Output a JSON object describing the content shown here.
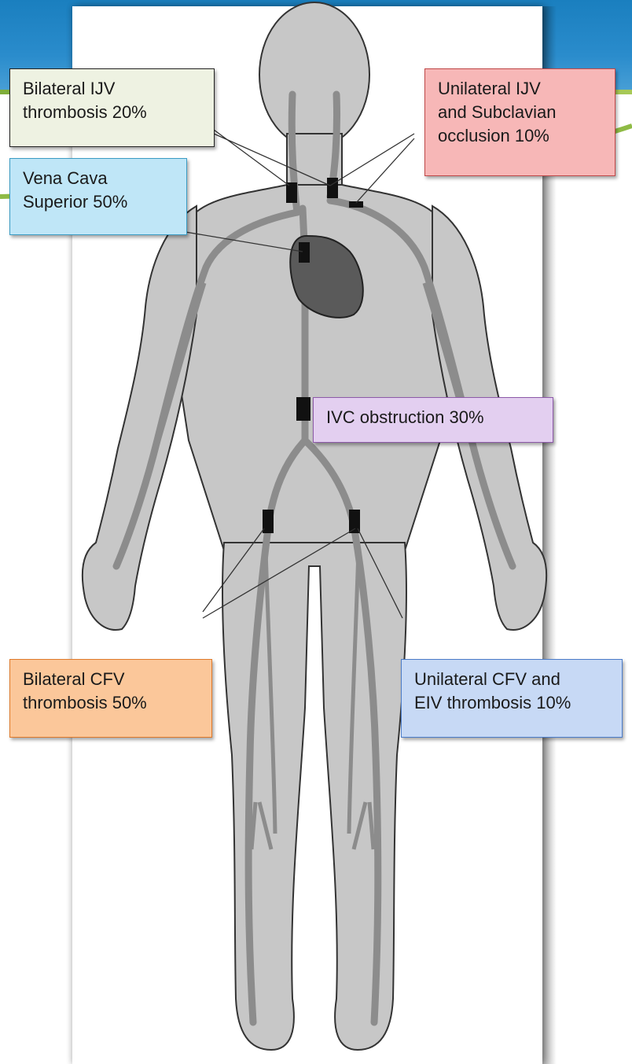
{
  "labels": {
    "bilateral_ijv": {
      "line1": "Bilateral IJV",
      "line2": "thrombosis 20%"
    },
    "unilateral_ijv": {
      "line1": "Unilateral IJV",
      "line2": "and Subclavian",
      "line3": "occlusion 10%"
    },
    "vena_cava": {
      "line1": "Vena Cava",
      "line2": "Superior 50%"
    },
    "ivc": {
      "line1": "IVC obstruction 30%"
    },
    "bilateral_cfv": {
      "line1": "Bilateral CFV",
      "line2": "thrombosis 50%"
    },
    "unilateral_cfv": {
      "line1": "Unilateral CFV and",
      "line2": "EIV thrombosis 10%"
    }
  },
  "colors": {
    "header_blue": "#1a7fbf",
    "header_green": "#8fbb45",
    "body_fill": "#c7c7c7",
    "vein_fill": "#8c8c8c",
    "heart_fill": "#5a5a5a",
    "occlusion_mark": "#111111",
    "bilateral_ijv_bg": "#eef2e2",
    "unilateral_ijv_bg": "#f7b7b7",
    "vena_cava_bg": "#bfe6f7",
    "ivc_bg": "#e3cff0",
    "bilateral_cfv_bg": "#fbc79a",
    "unilateral_cfv_bg": "#c7d9f5"
  }
}
